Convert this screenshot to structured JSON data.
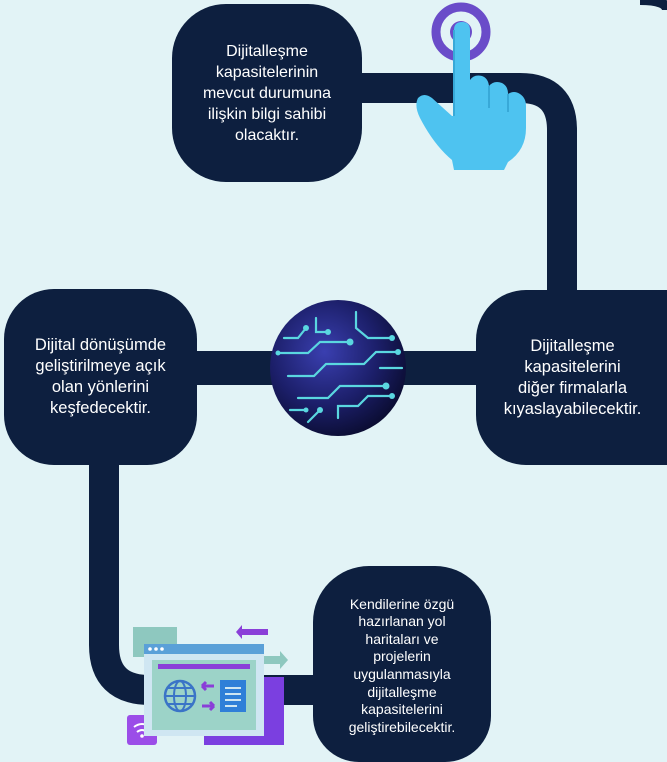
{
  "background_color": "#e2f3f6",
  "path_color": "#0d1f3f",
  "accent_colors": {
    "cyan": "#5ad7e0",
    "purple": "#7b3fe0",
    "hand": "#4ec3f0",
    "target": "#6a4cc9"
  },
  "steps": [
    {
      "id": "step-1",
      "text": "Dijitalleşme\nkapasitelerinin\nmevcut durumuna\nilişkin bilgi sahibi\nolacaktır."
    },
    {
      "id": "step-2",
      "text": "Dijitalleşme\nkapasitelerini\ndiğer firmalarla\nkıyaslayabilecektir."
    },
    {
      "id": "step-3",
      "text": "Dijital dönüşümde\ngeliştirilmeye açık\nolan yönlerini\nkeşfedecektir."
    },
    {
      "id": "step-4",
      "text": "Kendilerine özgü\nhazırlanan yol\nharitaları ve\nprojelerin\nuygulanmasıyla\ndijitalleşme\nkapasitelerini\ngeliştirebilecektir."
    }
  ],
  "icons": {
    "hand": "hand-pointer-icon",
    "globe": "circuit-globe-icon",
    "browser": "web-browser-icon",
    "wifi": "wifi-icon"
  }
}
